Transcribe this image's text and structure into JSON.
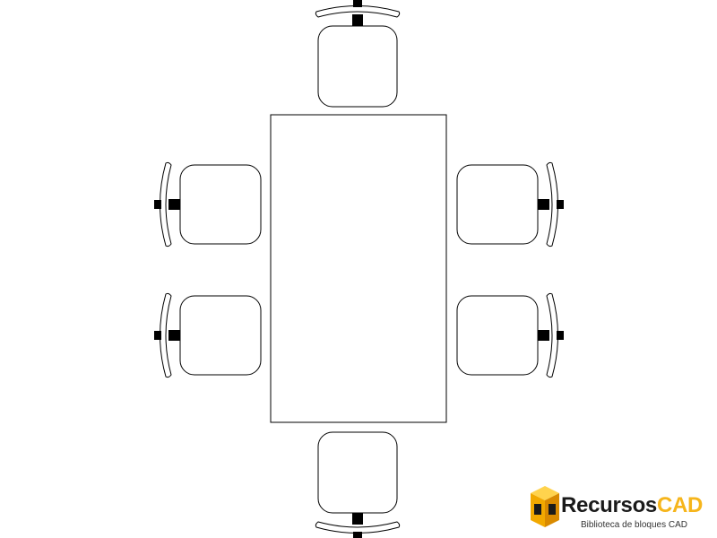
{
  "drawing": {
    "subject": "dining-table-with-six-chairs-plan-view",
    "line_color": "#000000",
    "background_color": "#ffffff",
    "chairs_per_long_side": 2,
    "chairs_per_short_side": 1
  },
  "logo": {
    "name_part_a": "Recursos",
    "name_part_b": "CAD",
    "tagline": "Biblioteca de bloques CAD",
    "color_primary": "#1a1a1a",
    "color_accent": "#f6b51b"
  }
}
